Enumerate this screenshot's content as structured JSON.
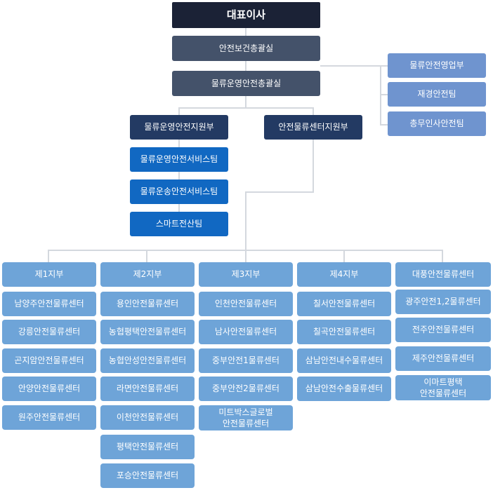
{
  "ceo": "대표이사",
  "safety_health_office": "안전보건총괄실",
  "logistics_ops_office": "물류운영안전총괄실",
  "staff_units": [
    "물류안전영업부",
    "재경안전팀",
    "총무인사안전팀"
  ],
  "ops_support": {
    "title": "물류운영안전지원부",
    "teams": [
      "물류운영안전서비스팀",
      "물류운송안전서비스팀",
      "스마트전산팀"
    ]
  },
  "center_support": {
    "title": "안전물류센터지원부"
  },
  "divisions": [
    {
      "name": "제1지부",
      "centers": [
        "남양주안전물류센터",
        "강릉안전물류센터",
        "곤지암안전물류센터",
        "안양안전물류센터",
        "원주안전물류센터"
      ]
    },
    {
      "name": "제2지부",
      "centers": [
        "용인안전물류센터",
        "농협평택안전물류센터",
        "농협안성안전물류센터",
        "라면안전물류센터",
        "이천안전물류센터",
        "평택안전물류센터",
        "포승안전물류센터"
      ]
    },
    {
      "name": "제3지부",
      "centers": [
        "인천안전물류센터",
        "남사안전물류센터",
        "중부안전1물류센터",
        "중부안전2물류센터",
        "미트박스글로벌\n안전물류센터"
      ]
    },
    {
      "name": "제4지부",
      "centers": [
        "칠서안전물류센터",
        "칠곡안전물류센터",
        "삼남안전내수물류센터",
        "삼남안전수출물류센터"
      ]
    },
    {
      "name": "대풍안전물류센터",
      "centers": [
        "광주안전1,2물류센터",
        "전주안전물류센터",
        "제주안전물류센터",
        "이마트평택\n안전물류센터"
      ]
    }
  ]
}
